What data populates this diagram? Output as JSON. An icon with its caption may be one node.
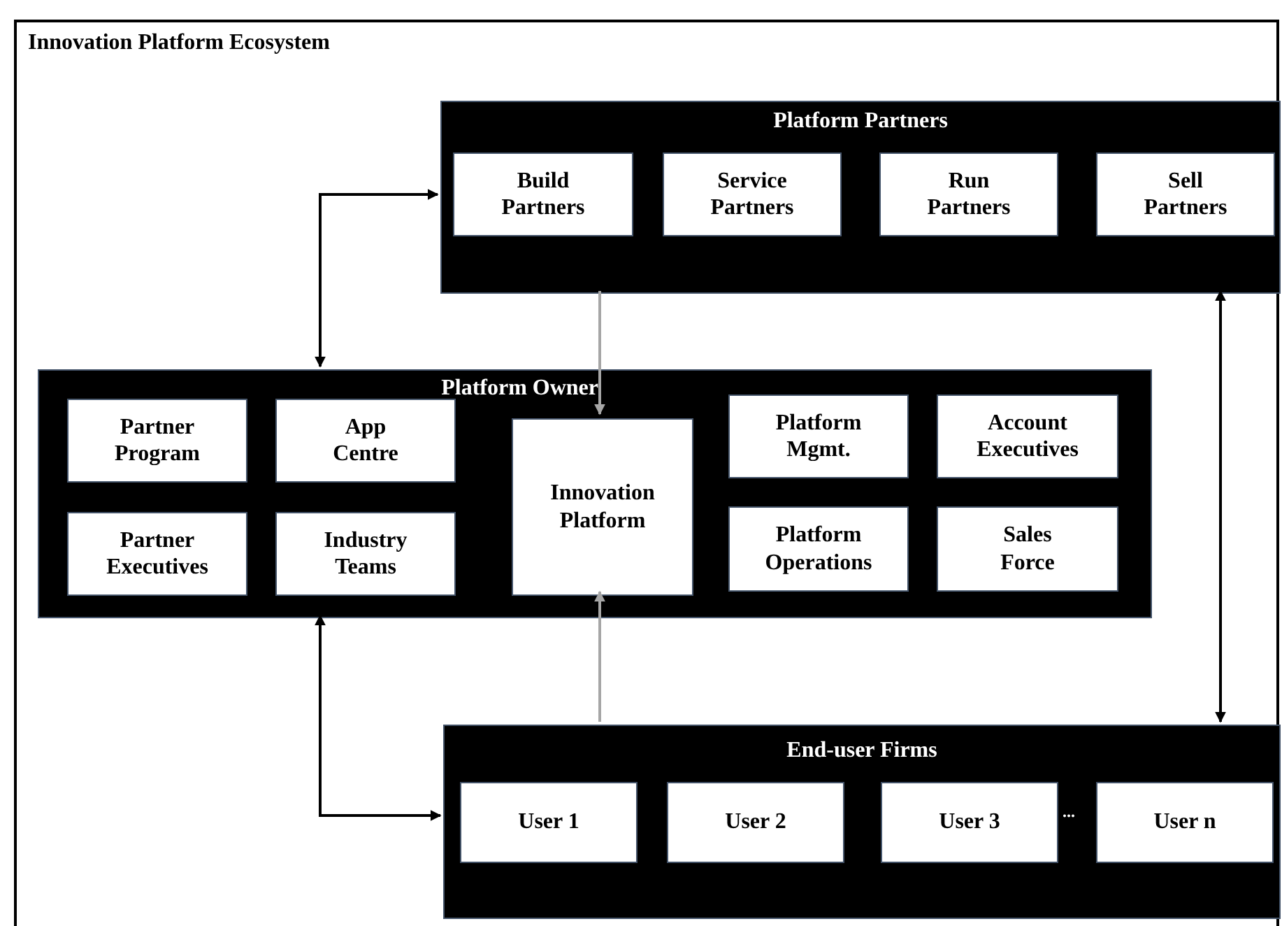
{
  "diagram": {
    "nodes": [
      {
        "text": [
          "Innovation Platform Ecosystem"
        ]
      },
      {
        "text": [
          "Platform Partners"
        ],
        "in": 0
      },
      {
        "text": [
          "Build Partners"
        ],
        "in": 1
      },
      {
        "text": [
          "Service Partners"
        ],
        "in": 1
      },
      {
        "text": [
          "Run Partners"
        ],
        "in": 1
      },
      {
        "text": [
          "Sell Partners"
        ],
        "in": 1
      },
      {
        "text": [
          "Platform Owner"
        ],
        "in": 0
      },
      {
        "text": [
          "Partner Program"
        ],
        "in": 6
      },
      {
        "text": [
          "App Centre"
        ],
        "in": 6
      },
      {
        "text": [
          "Partner Executives"
        ],
        "in": 6
      },
      {
        "text": [
          "Industry Teams"
        ],
        "in": 6
      },
      {
        "text": [
          "Innovation Platform"
        ],
        "in": 6
      },
      {
        "text": [
          "Platform Mgmt."
        ],
        "in": 6
      },
      {
        "text": [
          "Account Executives"
        ],
        "in": 6
      },
      {
        "text": [
          "Platform Operations"
        ],
        "in": 6
      },
      {
        "text": [
          "Sales Force"
        ],
        "in": 6
      },
      {
        "text": [
          "End-user Firms"
        ],
        "in": 0
      },
      {
        "text": [
          "User 1"
        ],
        "in": 16
      },
      {
        "text": [
          "User 2"
        ],
        "in": 16
      },
      {
        "text": [
          "User 3"
        ],
        "in": 16
      },
      {
        "text": [
          "User n"
        ],
        "in": 16
      }
    ],
    "edges": [
      {
        "from": 6,
        "to": 1,
        "arrow": "both"
      },
      {
        "from": 1,
        "to": 11,
        "arrow": "to",
        "color": "#a6a6a6"
      },
      {
        "from": 16,
        "to": 11,
        "arrow": "to",
        "color": "#a6a6a6"
      },
      {
        "from": 6,
        "to": 16,
        "arrow": "both"
      },
      {
        "from": 1,
        "to": 16,
        "arrow": "both"
      }
    ],
    "labels": [
      "..."
    ]
  }
}
